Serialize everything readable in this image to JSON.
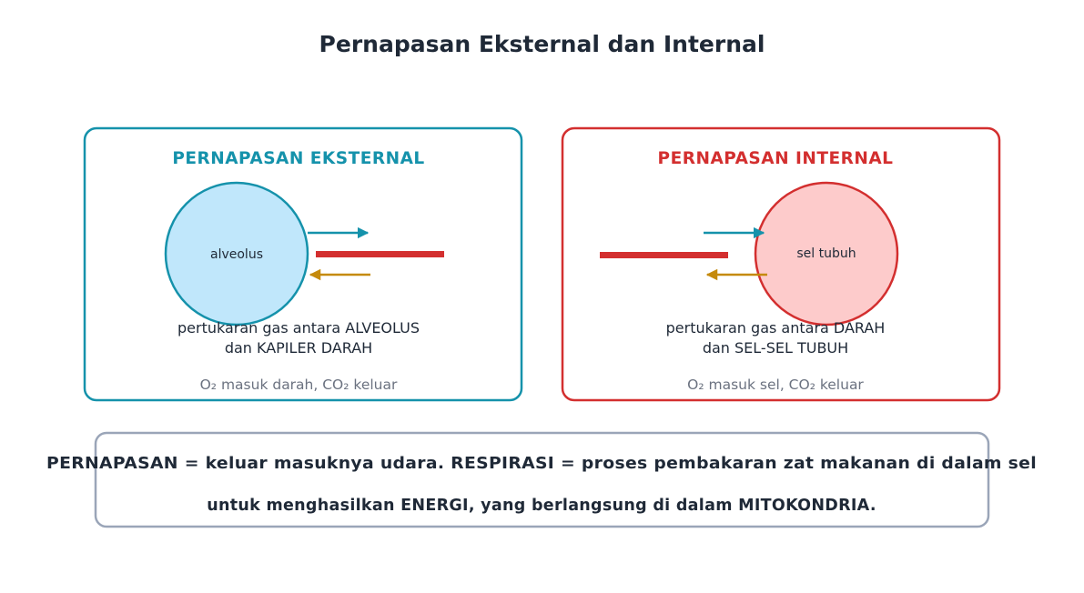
{
  "title": "Pernapasan Eksternal dan Internal",
  "colors": {
    "external": "#1592ab",
    "internal": "#d32f2f",
    "orange_arrow": "#c58a0c",
    "summary_border": "#9aa5b8",
    "alveolus_fill": "#c0e7fb",
    "cell_fill": "#fdcbcb"
  },
  "external": {
    "heading": "PERNAPASAN EKSTERNAL",
    "circle_label": "alveolus",
    "desc_line1": "pertukaran gas antara ALVEOLUS",
    "desc_line2": "dan KAPILER DARAH",
    "note": "O₂ masuk darah, CO₂ keluar"
  },
  "internal": {
    "heading": "PERNAPASAN INTERNAL",
    "circle_label": "sel tubuh",
    "desc_line1": "pertukaran gas antara DARAH",
    "desc_line2": "dan SEL-SEL TUBUH",
    "note": "O₂ masuk sel, CO₂ keluar"
  },
  "summary": {
    "line1": "PERNAPASAN = keluar masuknya udara. RESPIRASI = proses pembakaran zat makanan di dalam sel",
    "line2": "untuk menghasilkan ENERGI, yang berlangsung di dalam MITOKONDRIA."
  }
}
